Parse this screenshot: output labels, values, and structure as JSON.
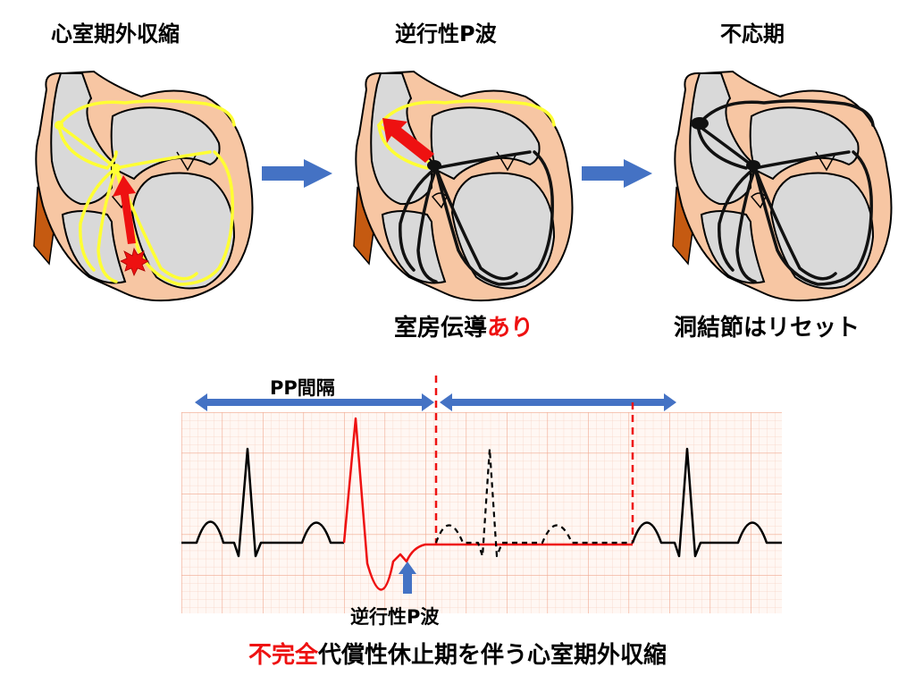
{
  "panels": [
    {
      "title": "心室期外収縮"
    },
    {
      "title": "逆行性P波",
      "caption_main": "室房伝導",
      "caption_highlight": "あり"
    },
    {
      "title": "不応期",
      "caption_main": "洞結節はリセット"
    }
  ],
  "ecg": {
    "interval_label": "PP間隔",
    "retrograde_p_label": "逆行性P波"
  },
  "bottom_caption": {
    "highlight": "不完全",
    "rest": "代償性休止期を伴う心室期外収縮"
  },
  "colors": {
    "arrow_blue": "#4472c4",
    "conduction_yellow": "#ffff33",
    "highlight_red": "#ee1111",
    "heart_wall": "#f7c6a3",
    "chamber": "#d9d9d9",
    "vessel": "#c55a11",
    "grid_pink": "#f4b6a0"
  }
}
